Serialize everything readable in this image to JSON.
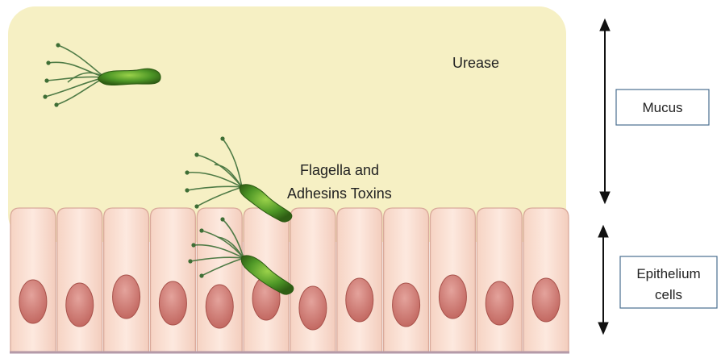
{
  "diagram": {
    "labels": {
      "urease": "Urease",
      "flagella_line1": "Flagella and",
      "flagella_line2": "Adhesins Toxins",
      "mucus": "Mucus",
      "epithelium_line1": "Epithelium",
      "epithelium_line2": "cells"
    },
    "colors": {
      "mucus": "#f6f0c4",
      "cell_fill": "#fbe2d6",
      "cell_stroke": "#d9a99a",
      "nucleus": "#c9756d",
      "bacterium": "#3f8a1f",
      "flagellum": "#4f7b46",
      "box_stroke": "#4a6f8f",
      "arrow": "#111111",
      "basal_line": "#b49aa8"
    },
    "cell_count": 12
  }
}
